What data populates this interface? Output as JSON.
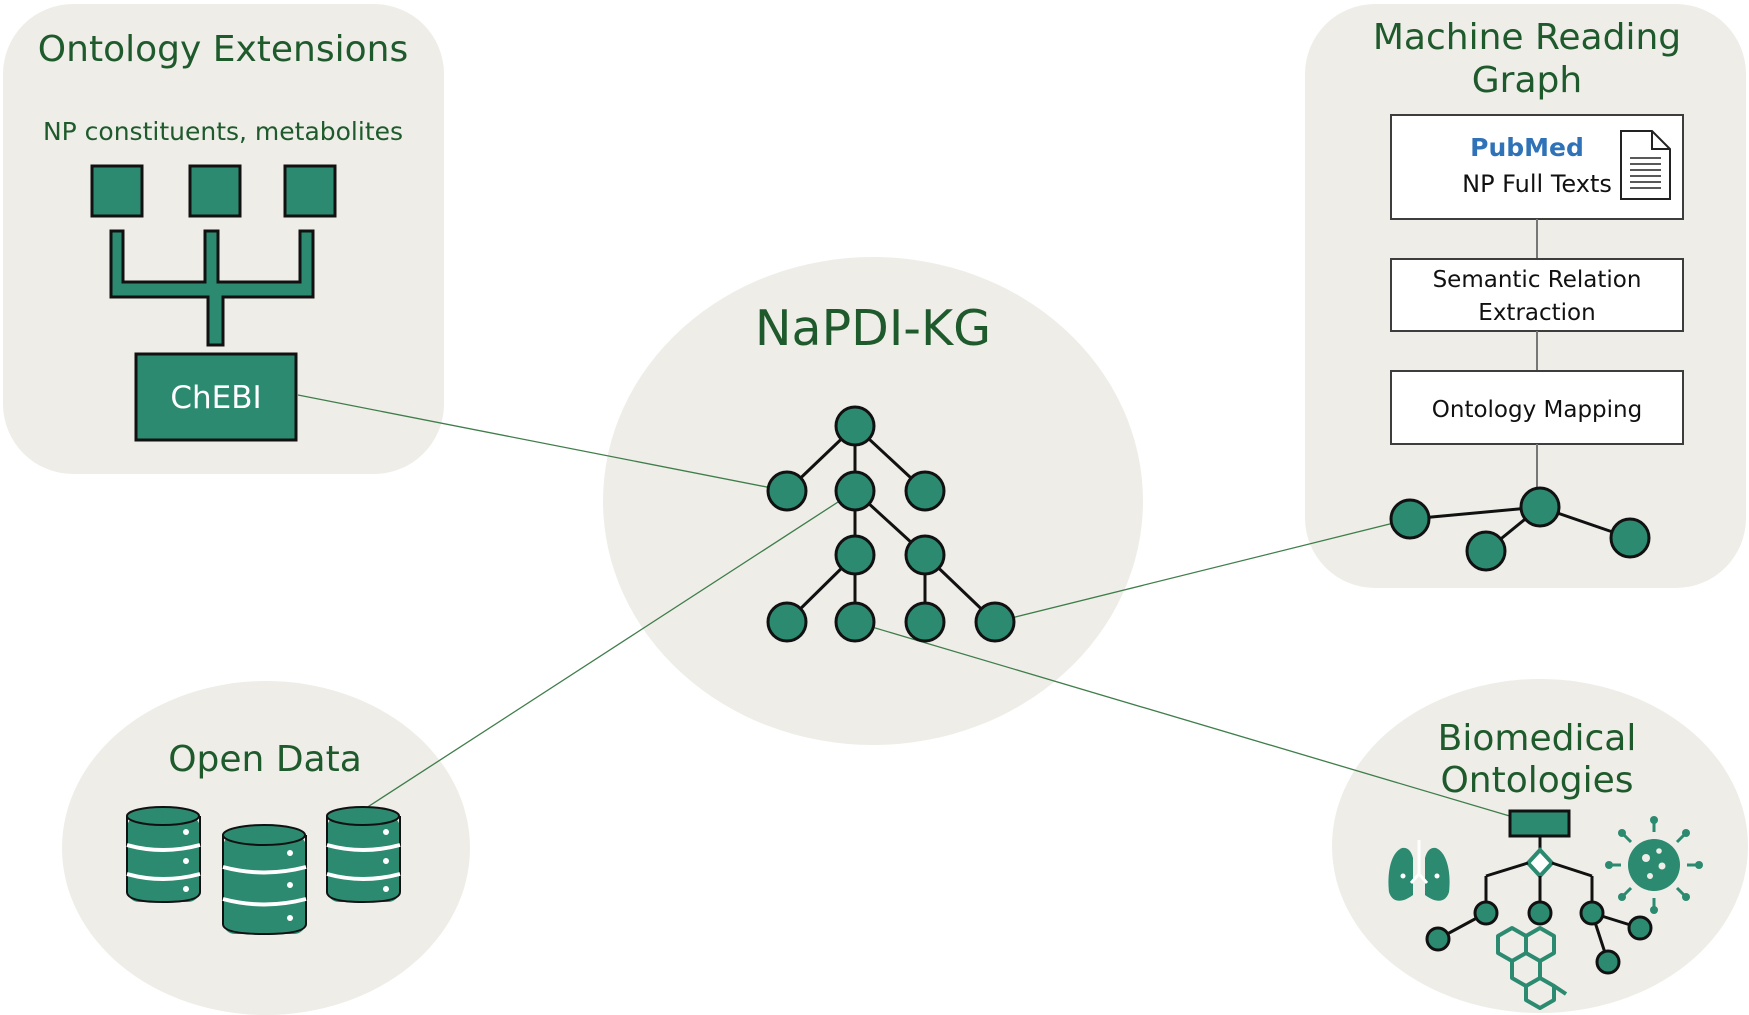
{
  "diagram": {
    "center": {
      "title": "NaPDI-KG"
    },
    "ontology_extensions": {
      "title": "Ontology Extensions",
      "subtitle": "NP constituents, metabolites",
      "chebi_label": "ChEBI"
    },
    "machine_reading": {
      "title_line1": "Machine Reading",
      "title_line2": "Graph",
      "pubmed_logo_text": "PubMed",
      "full_texts_label": "NP Full Texts",
      "relation_line1": "Semantic Relation",
      "relation_line2": "Extraction",
      "mapping_label": "Ontology Mapping"
    },
    "open_data": {
      "title": "Open Data"
    },
    "biomedical_ontologies": {
      "title_line1": "Biomedical",
      "title_line2": "Ontologies"
    },
    "colors": {
      "panel_background": "#eeede8",
      "teal": "#2b8a6f",
      "title_green": "#1f5a2c",
      "connector_green": "#3f7d4a",
      "pubmed_blue": "#2f72b7",
      "pubmed_dark_blue": "#163c65"
    },
    "icons": {
      "document": "document-icon",
      "database": "database-icon",
      "lungs": "lungs-icon",
      "virus": "virus-icon",
      "molecule": "molecule-icon"
    }
  }
}
